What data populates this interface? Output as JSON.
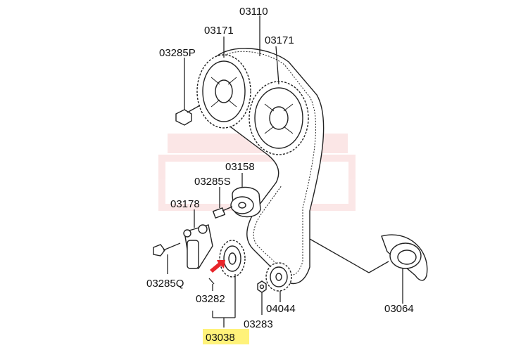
{
  "parts": {
    "belt": "03110",
    "sprocket_left": "03171",
    "sprocket_right": "03171",
    "bolt_top": "03285P",
    "idler": "03158",
    "idler_bolt": "03285S",
    "tensioner": "03178",
    "tensioner_bolt": "03285Q",
    "crank_sprocket": "03038",
    "key": "03282",
    "nut": "03283",
    "lower_idler": "04044",
    "cover_plate": "03064"
  },
  "colors": {
    "highlight": "#fff27a",
    "arrow": "#e8262b",
    "watermark": "#e23a3a"
  }
}
